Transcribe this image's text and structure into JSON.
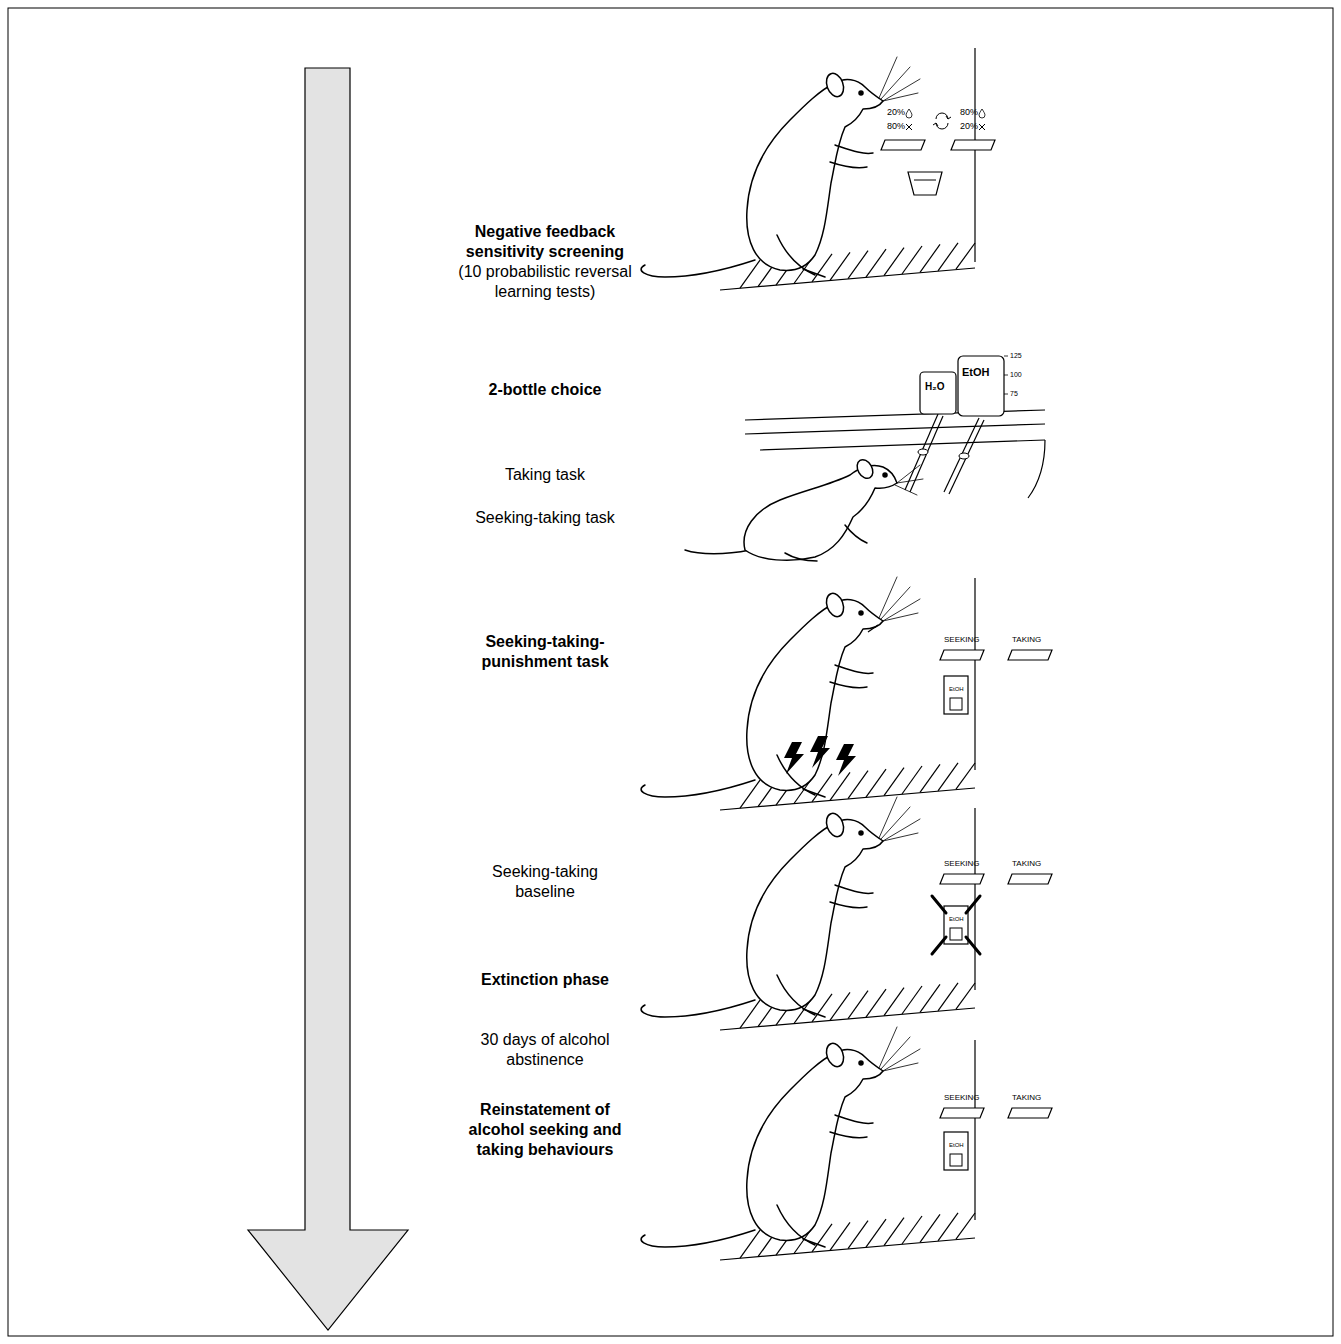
{
  "diagram": {
    "labels": [
      "Negative feedback sensitivity screening",
      "(10 probabilistic reversal learning tests)",
      "20%",
      "80%",
      "80%",
      "20%",
      "2-bottle choice",
      "Taking task",
      "Seeking-taking task",
      "H₂O",
      "EtOH",
      "125",
      "100",
      "75",
      "Seeking-taking-punishment task",
      "SEEKING",
      "TAKING",
      "EtOH",
      "Seeking-taking baseline",
      "Extinction phase",
      "SEEKING",
      "TAKING",
      "EtOH",
      "30 days of alcohol abstinence",
      "Reinstatement of alcohol seeking and taking behaviours",
      "SEEKING",
      "TAKING",
      "EtOH"
    ]
  }
}
